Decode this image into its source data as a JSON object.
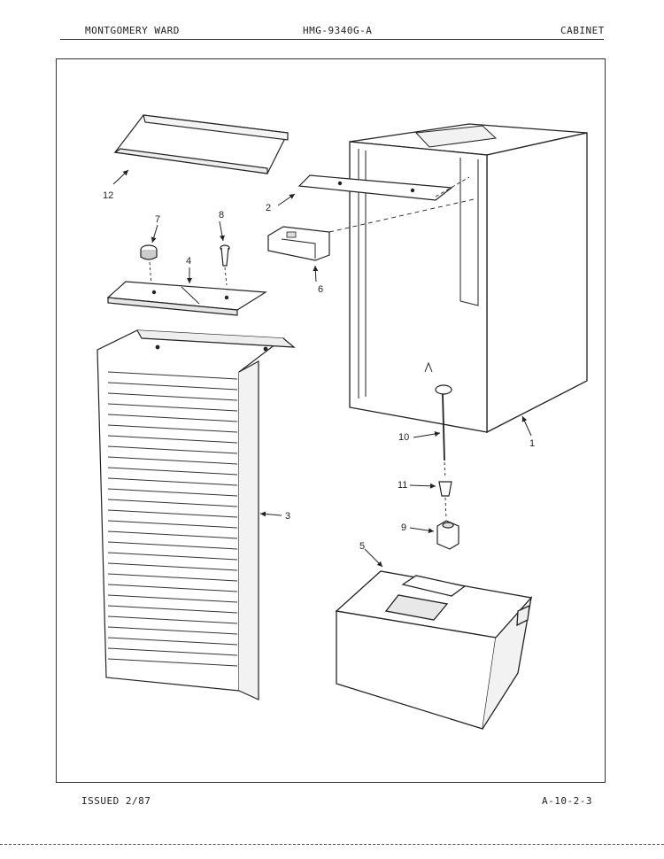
{
  "header": {
    "brand": "MONTGOMERY WARD",
    "model": "HMG-9340G-A",
    "section": "CABINET"
  },
  "footer": {
    "issued": "ISSUED 2/87",
    "page_code": "A-10-2-3"
  },
  "diagram": {
    "callouts": [
      "1",
      "2",
      "3",
      "4",
      "5",
      "6",
      "7",
      "8",
      "9",
      "10",
      "11",
      "12"
    ]
  }
}
